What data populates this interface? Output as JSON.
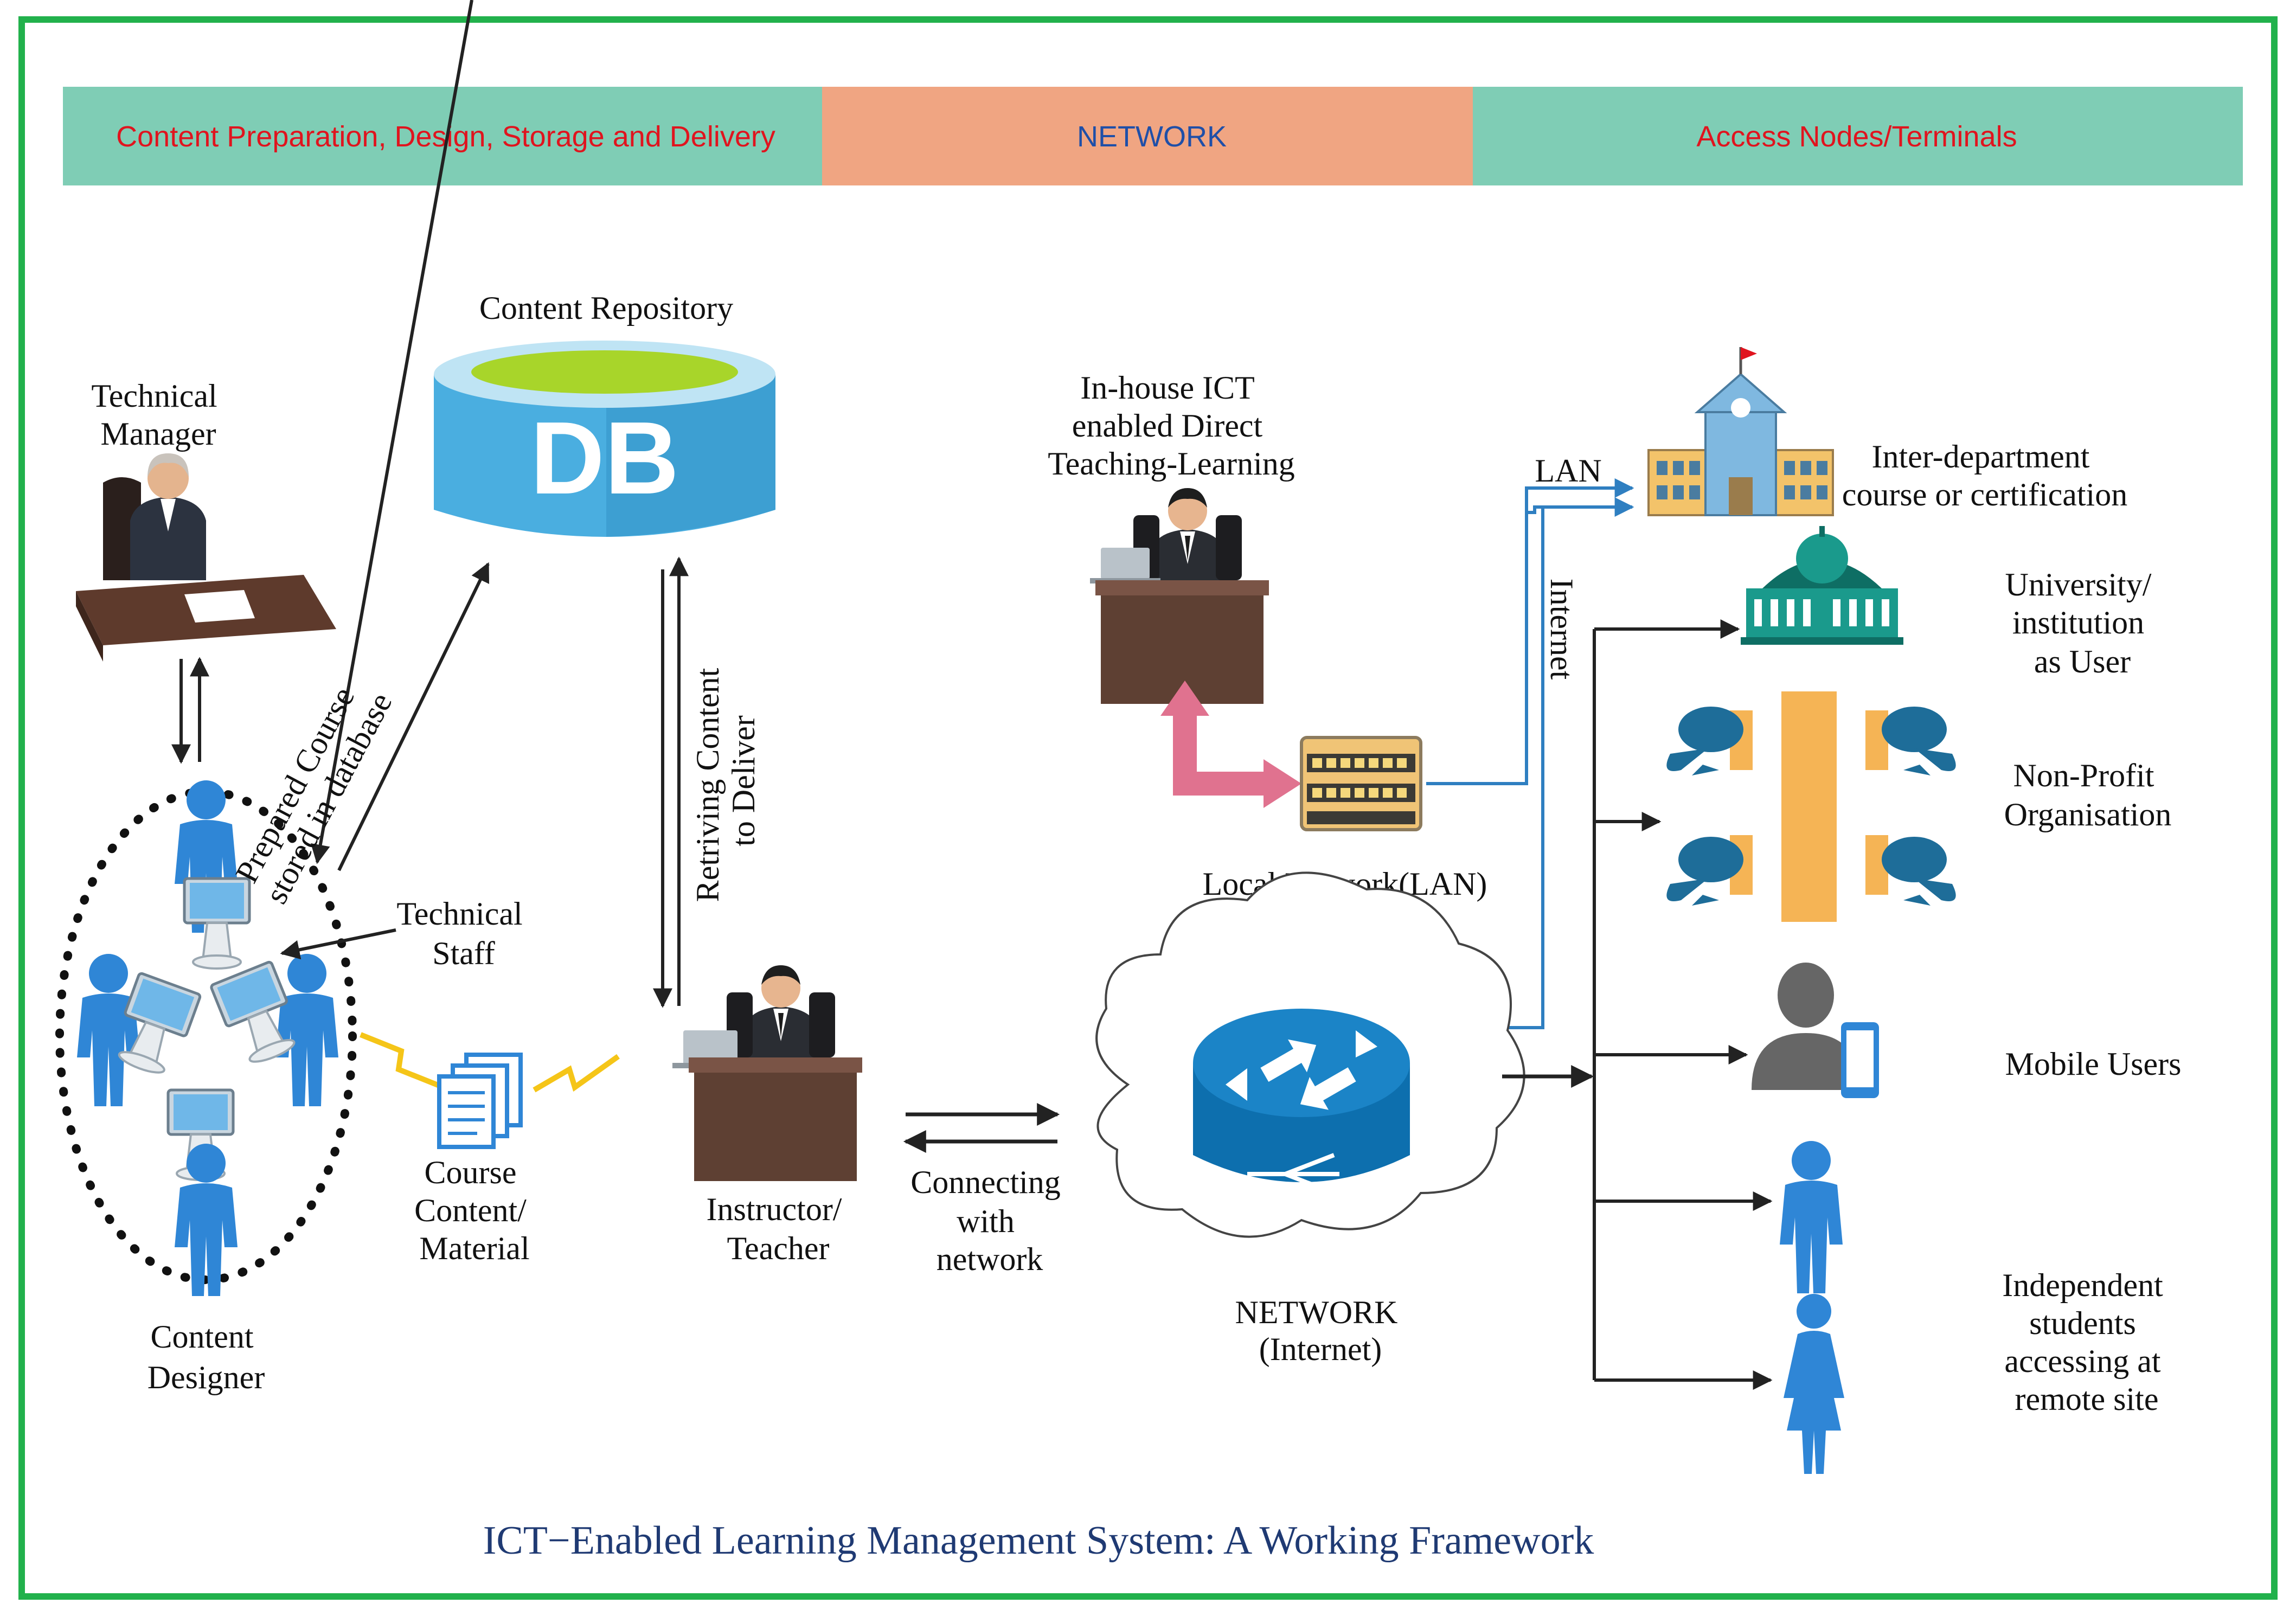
{
  "header_bar": {
    "section_1": "Content Preparation, Design, Storage and Delivery",
    "section_2": "NETWORK",
    "section_3": "Access Nodes/Terminals"
  },
  "nodes": {
    "technical_manager": [
      "Technical",
      "Manager"
    ],
    "content_repository": "Content Repository",
    "db_label": "DB",
    "prepared_course": [
      "Prepared Course",
      "stored in database"
    ],
    "retrieving_content": [
      "Retriving Content",
      "to Deliver"
    ],
    "technical_staff": [
      "Technical",
      "Staff"
    ],
    "content_designer": [
      "Content",
      "Designer"
    ],
    "course_content": [
      "Course",
      "Content/",
      "Material"
    ],
    "instructor": [
      "Instructor/",
      "Teacher"
    ],
    "connecting": [
      "Connecting",
      "with",
      "network"
    ],
    "inhouse_ict": [
      "In-house ICT",
      "enabled Direct",
      "Teaching-Learning"
    ],
    "local_network": "Local Network(LAN)",
    "lan": "LAN",
    "internet": "Internet",
    "network_internet": [
      "NETWORK",
      "(Internet)"
    ],
    "inter_department": [
      "Inter-department",
      "course or certification"
    ],
    "university": [
      "University/",
      "institution",
      "as User"
    ],
    "non_profit": [
      "Non-Profit",
      "Organisation"
    ],
    "mobile_users": "Mobile Users",
    "independent_students": [
      "Independent",
      "students",
      "accessing at",
      "remote site"
    ]
  },
  "caption": "ICT−Enabled Learning Management System: A Working Framework",
  "colors": {
    "frame_border": "#22b14c",
    "bar_teal": "#7fcdb5",
    "bar_salmon": "#f0a582",
    "bar_text_red": "#e0141e",
    "bar_text_blue": "#1f4fa8",
    "db_blue": "#4aaee0",
    "db_top_green": "#a8d52a",
    "person_blue": "#2f86d6",
    "desk_brown": "#5e4033",
    "pink_arrow": "#e0728f",
    "lan_line": "#2f7fc1",
    "router_blue": "#1b84c7"
  },
  "icons": [
    "technical-manager-icon",
    "database-icon",
    "content-designer-group-icon",
    "document-stack-icon",
    "instructor-icon",
    "inhouse-teacher-icon",
    "lan-switch-icon",
    "cloud-icon",
    "router-icon",
    "building-icon",
    "university-icon",
    "meeting-table-icon",
    "mobile-user-icon",
    "male-student-icon",
    "female-student-icon"
  ]
}
